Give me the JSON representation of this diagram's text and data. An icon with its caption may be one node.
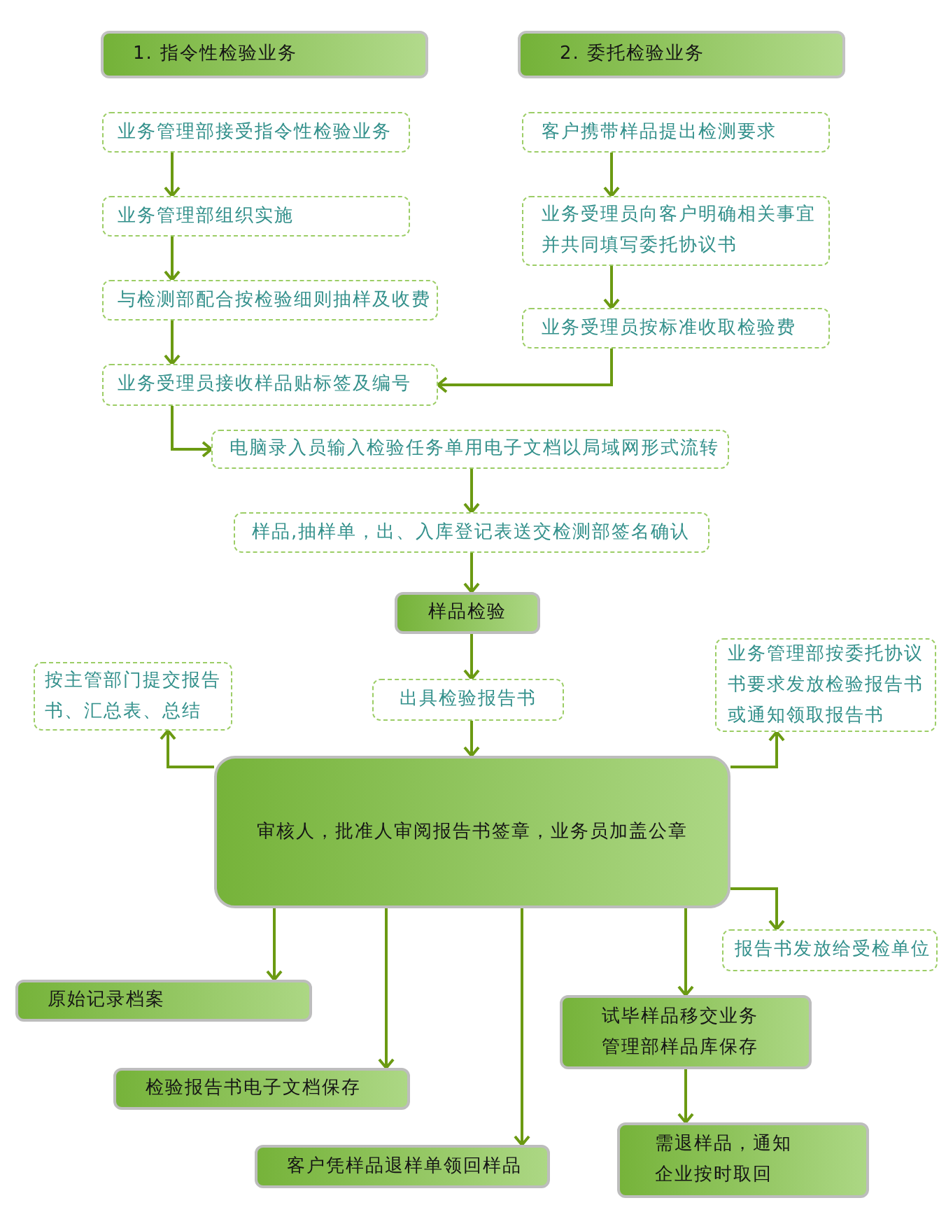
{
  "diagram": {
    "nodes": [
      {
        "text": [
          "1. 指令性检验业务"
        ]
      },
      {
        "text": [
          "2. 委托检验业务"
        ]
      },
      {
        "text": [
          "业务管理部接受指令性检验业务"
        ]
      },
      {
        "text": [
          "客户携带样品提出检测要求"
        ]
      },
      {
        "text": [
          "业务管理部组织实施"
        ]
      },
      {
        "text": [
          "业务受理员向客户明确相关事宜并共同填写委托协议书"
        ]
      },
      {
        "text": [
          "与检测部配合按检验细则抽样及收费"
        ]
      },
      {
        "text": [
          "业务受理员按标准收取检验费"
        ]
      },
      {
        "text": [
          "业务受理员接收样品贴标签及编号"
        ]
      },
      {
        "text": [
          "电脑录入员输入检验任务单用电子文档以局域网形式流转"
        ]
      },
      {
        "text": [
          "样品,抽样单，出、入库登记表送交检测部签名确认"
        ]
      },
      {
        "text": [
          "样品检验"
        ]
      },
      {
        "text": [
          "按主管部门提交报告书、汇总表、总结"
        ]
      },
      {
        "text": [
          "出具检验报告书"
        ]
      },
      {
        "text": [
          "业务管理部按委托协议书要求发放检验报告书或通知领取报告书"
        ]
      },
      {
        "text": [
          "审核人，批准人审阅报告书签章，业务员加盖公章"
        ]
      },
      {
        "text": [
          "报告书发放给受检单位"
        ]
      },
      {
        "text": [
          "原始记录档案"
        ]
      },
      {
        "text": [
          "试毕样品移交业务管理部样品库保存"
        ]
      },
      {
        "text": [
          "检验报告书电子文档保存"
        ]
      },
      {
        "text": [
          "客户凭样品退样单领回样品"
        ]
      },
      {
        "text": [
          "需退样品，通知企业按时取回"
        ]
      }
    ],
    "edges": [
      {
        "from": 2,
        "to": 4,
        "arrow": "to"
      },
      {
        "from": 4,
        "to": 6,
        "arrow": "to"
      },
      {
        "from": 6,
        "to": 8,
        "arrow": "to"
      },
      {
        "from": 3,
        "to": 5,
        "arrow": "to"
      },
      {
        "from": 5,
        "to": 7,
        "arrow": "to"
      },
      {
        "from": 7,
        "to": 8,
        "arrow": "to"
      },
      {
        "from": 8,
        "to": 9,
        "arrow": "to"
      },
      {
        "from": 9,
        "to": 10,
        "arrow": "to"
      },
      {
        "from": 10,
        "to": 11,
        "arrow": "to"
      },
      {
        "from": 11,
        "to": 13,
        "arrow": "to"
      },
      {
        "from": 13,
        "to": 15,
        "arrow": "to"
      },
      {
        "from": 15,
        "to": 12,
        "arrow": "to"
      },
      {
        "from": 15,
        "to": 14,
        "arrow": "to"
      },
      {
        "from": 15,
        "to": 16,
        "arrow": "to"
      },
      {
        "from": 15,
        "to": 17,
        "arrow": "to"
      },
      {
        "from": 15,
        "to": 19,
        "arrow": "to"
      },
      {
        "from": 15,
        "to": 20,
        "arrow": "to"
      },
      {
        "from": 15,
        "to": 18,
        "arrow": "to"
      },
      {
        "from": 18,
        "to": 21,
        "arrow": "to"
      }
    ]
  }
}
